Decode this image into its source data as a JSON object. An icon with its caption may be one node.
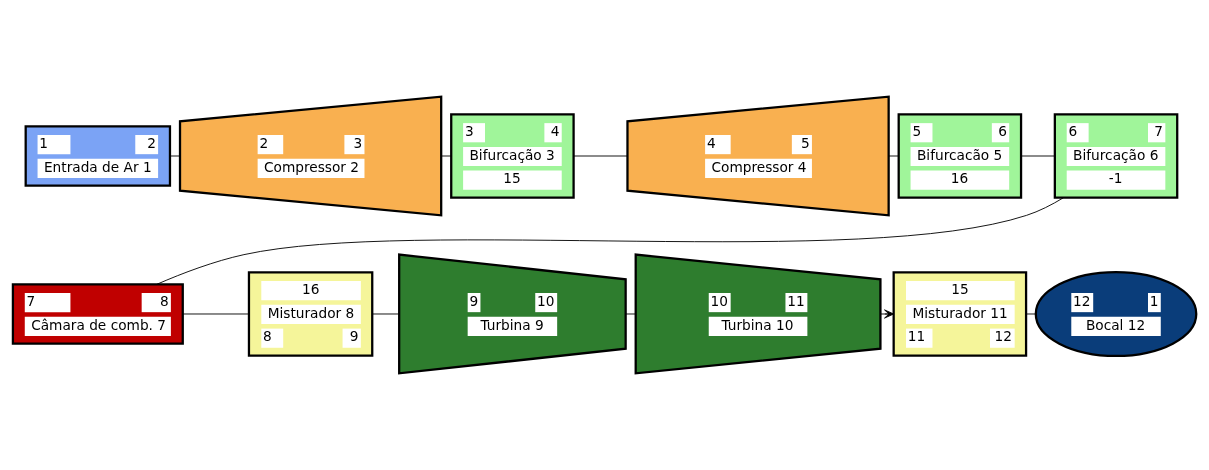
{
  "diagram": {
    "nodes": [
      {
        "text": [
          "1",
          "2",
          "Entrada de Ar 1"
        ]
      },
      {
        "text": [
          "2",
          "3",
          "Compressor 2"
        ]
      },
      {
        "text": [
          "3",
          "4",
          "Bifurcação 3",
          "15"
        ]
      },
      {
        "text": [
          "4",
          "5",
          "Compressor 4"
        ]
      },
      {
        "text": [
          "5",
          "6",
          "Bifurcacão 5",
          "16"
        ]
      },
      {
        "text": [
          "6",
          "7",
          "Bifurcação 6",
          "-1"
        ]
      },
      {
        "text": [
          "7",
          "8",
          "Câmara de comb. 7"
        ]
      },
      {
        "text": [
          "16",
          "Misturador 8",
          "8",
          "9"
        ]
      },
      {
        "text": [
          "9",
          "10",
          "Turbina 9"
        ]
      },
      {
        "text": [
          "10",
          "11",
          "Turbina 10"
        ]
      },
      {
        "text": [
          "15",
          "Misturador 11",
          "11",
          "12"
        ]
      },
      {
        "text": [
          "12",
          "1",
          "Bocal 12"
        ]
      }
    ],
    "edges": [
      {
        "from": 0,
        "to": 1,
        "arrow": "none"
      },
      {
        "from": 1,
        "to": 2,
        "arrow": "none"
      },
      {
        "from": 2,
        "to": 3,
        "arrow": "none"
      },
      {
        "from": 3,
        "to": 4,
        "arrow": "none"
      },
      {
        "from": 4,
        "to": 5,
        "arrow": "none"
      },
      {
        "from": 5,
        "to": 6,
        "arrow": "none"
      },
      {
        "from": 6,
        "to": 7,
        "arrow": "none"
      },
      {
        "from": 7,
        "to": 8,
        "arrow": "none"
      },
      {
        "from": 8,
        "to": 9,
        "arrow": "none"
      },
      {
        "from": 9,
        "to": 10,
        "arrow": "to"
      },
      {
        "from": 10,
        "to": 11,
        "arrow": "none"
      }
    ]
  }
}
